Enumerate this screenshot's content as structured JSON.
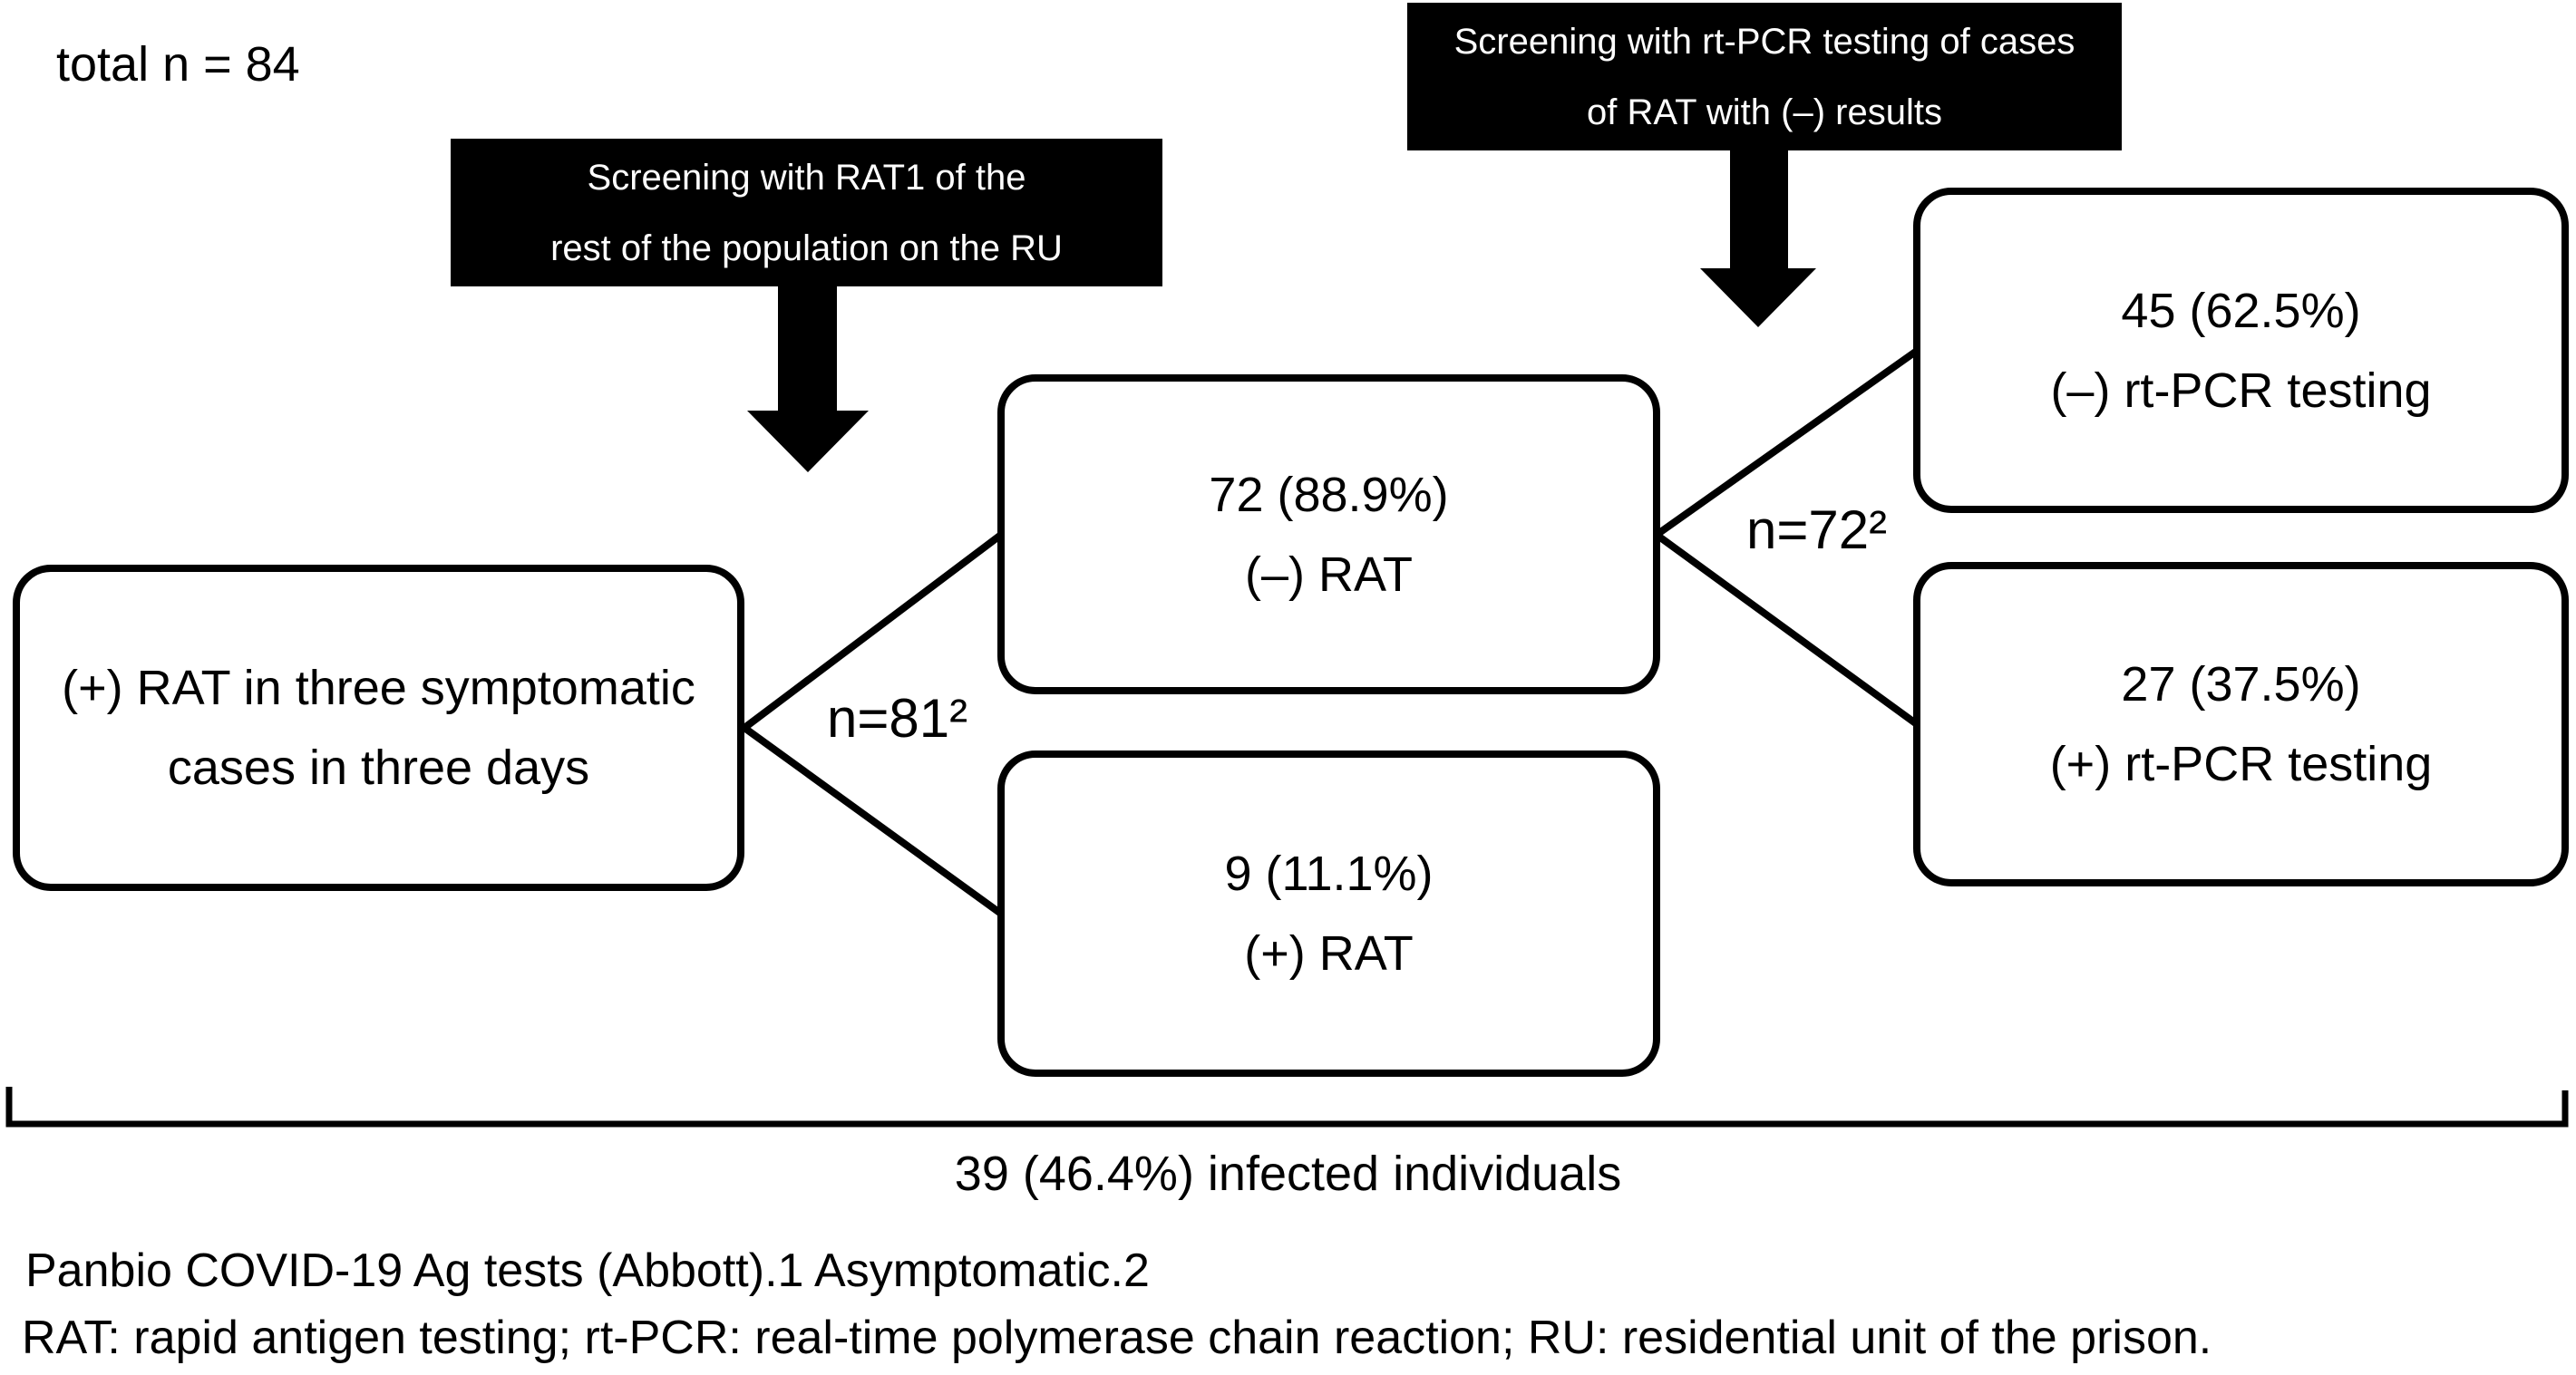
{
  "labels": {
    "total": "total n = 84",
    "n81": "n=81²",
    "n72": "n=72²",
    "bracket": "39 (46.4%) infected individuals"
  },
  "screening_banners": {
    "rat": {
      "line1": "Screening with RAT1 of the",
      "line2": "rest of the population on the RU"
    },
    "pcr": {
      "line1": "Screening with rt-PCR testing of cases",
      "line2": "of RAT with (–) results"
    }
  },
  "nodes": {
    "source": {
      "line1": "(+) RAT in three symptomatic",
      "line2": "cases in three days"
    },
    "rat_negative": {
      "line1": "72 (88.9%)",
      "line2": "(–) RAT"
    },
    "rat_positive": {
      "line1": "9 (11.1%)",
      "line2": "(+) RAT"
    },
    "pcr_negative": {
      "line1": "45 (62.5%)",
      "line2": "(–) rt-PCR testing"
    },
    "pcr_positive": {
      "line1": "27 (37.5%)",
      "line2": "(+) rt-PCR testing"
    }
  },
  "footnotes": {
    "line1": "Panbio COVID-19 Ag tests (Abbott).1 Asymptomatic.2",
    "line2": "RAT: rapid antigen testing; rt-PCR: real-time polymerase chain reaction; RU: residential unit of the prison."
  },
  "colors": {
    "background": "#ffffff",
    "text": "#000000",
    "banner_bg": "#000000",
    "banner_text": "#ffffff",
    "box_border": "#000000",
    "line": "#000000"
  }
}
